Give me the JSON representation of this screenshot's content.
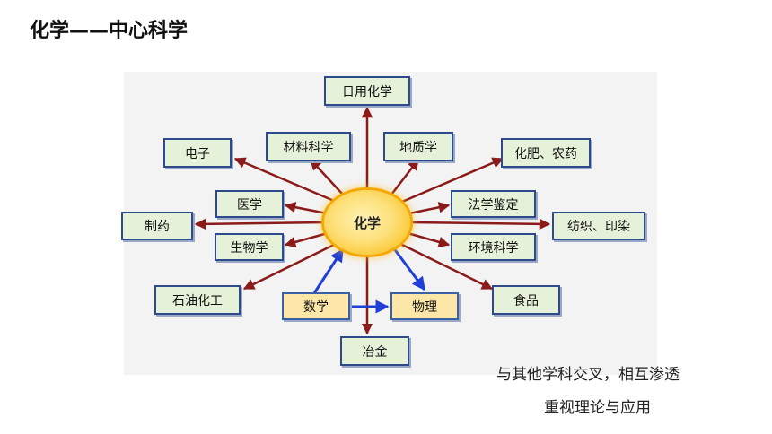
{
  "title": "化学——中心科学",
  "center_label": "化学",
  "nodes": {
    "daily": "日用化学",
    "electronics": "电子",
    "materials": "材料科学",
    "geo": "地质学",
    "fertilizer": "化肥、农药",
    "medicine": "医学",
    "forensic": "法学鉴定",
    "pharma": "制药",
    "textile": "纺织、印染",
    "biology": "生物学",
    "environment": "环境科学",
    "petro": "石油化工",
    "food": "食品",
    "math": "数学",
    "physics": "物理",
    "metallurgy": "冶金"
  },
  "caption": {
    "line1": "与其他学科交叉，相互渗透",
    "line2": "重视理论与应用"
  },
  "colors": {
    "arrow_red": "#8b1a1a",
    "arrow_blue": "#1f3fd6",
    "node_fill": "#e6f1d9",
    "node_yellow": "#fde7a8",
    "node_border": "#2f4a8a"
  }
}
